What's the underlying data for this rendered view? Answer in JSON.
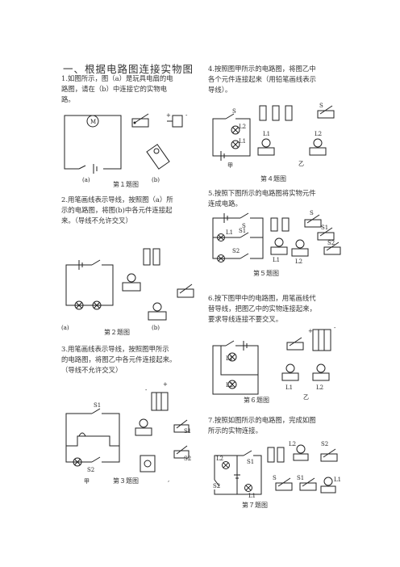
{
  "section_title": "一、根据电路图连接实物图",
  "questions": [
    {
      "id": "q1",
      "text_lines": [
        "1.如图所示，图（a）是玩具电扇的电",
        "路图，请在（b）中连接它的实物电",
        "路。"
      ],
      "labels": {
        "motor": "M",
        "a": "(a)",
        "b": "(b)",
        "plus": "+",
        "minus": "-"
      },
      "caption": "第１题图"
    },
    {
      "id": "q2",
      "text_lines": [
        "2.用笔画线表示导线，按照图（a）所",
        "示的电路图，将图(b)中各元件连接起",
        "来。（导线不允许交叉）"
      ],
      "labels": {
        "a": "(a)",
        "b": "(b)"
      },
      "caption": "第２题图"
    },
    {
      "id": "q3",
      "text_lines": [
        "3.用笔画线表示导线，按照图甲所示",
        "的电路图，将图乙中各元件连接起来。",
        "（导线不允许交叉）"
      ],
      "labels": {
        "s1": "S1",
        "s2": "S2",
        "jia": "甲",
        "plus": "+",
        "minus": "-",
        "comma": ","
      },
      "caption": "第３题图"
    },
    {
      "id": "q4",
      "text_lines": [
        "4.按照图甲所示的电路图，将图乙中",
        "各个元件连接起来（用铅笔画线表示",
        "导线）。"
      ],
      "labels": {
        "s": "S",
        "l1": "L1",
        "l2": "L2",
        "jia": "甲",
        "yi": "乙"
      },
      "caption": "第４题图"
    },
    {
      "id": "q5",
      "text_lines": [
        "5.按照下图所示的电路图将实物元件",
        "连成电路。"
      ],
      "labels": {
        "s": "S",
        "s1": "S1",
        "s2": "S2",
        "l1": "L1",
        "l2": "L2"
      },
      "caption": "第５题图"
    },
    {
      "id": "q6",
      "text_lines": [
        "6.按下图甲中的电路图，用笔画线代",
        "替导线，把图乙中的实物连接起来，",
        "要求导线连接不要交叉。"
      ],
      "labels": {
        "l1": "L1",
        "l2": "L2",
        "yi": "乙",
        "plus": "+",
        "minus": "-"
      },
      "caption": "第６题图"
    },
    {
      "id": "q7",
      "text_lines": [
        "7.按照如图所示的电路图，完成如图",
        "所示的实物连接。"
      ],
      "labels": {
        "l1": "L1",
        "l2": "L2",
        "s": "S",
        "s1": "S1",
        "s2": "S2"
      },
      "caption": "第７题图"
    }
  ]
}
